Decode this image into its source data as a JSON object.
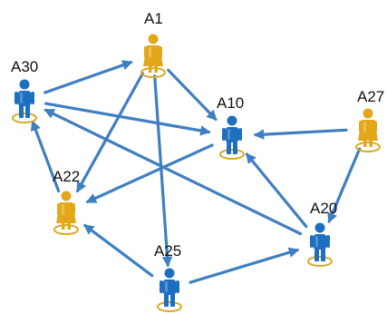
{
  "colors": {
    "edge": "#3f7fc1",
    "blue_person": "#1d6fc0",
    "gold_person": "#e2a81a",
    "ring": "#d9a928"
  },
  "nodes": [
    {
      "id": "A1",
      "label": "A1",
      "kind": "gold"
    },
    {
      "id": "A30",
      "label": "A30",
      "kind": "blue"
    },
    {
      "id": "A10",
      "label": "A10",
      "kind": "blue"
    },
    {
      "id": "A27",
      "label": "A27",
      "kind": "gold"
    },
    {
      "id": "A22",
      "label": "A22",
      "kind": "gold"
    },
    {
      "id": "A20",
      "label": "A20",
      "kind": "blue"
    },
    {
      "id": "A25",
      "label": "A25",
      "kind": "blue"
    }
  ],
  "edges": [
    {
      "from": "A30",
      "to": "A1"
    },
    {
      "from": "A1",
      "to": "A10"
    },
    {
      "from": "A1",
      "to": "A22"
    },
    {
      "from": "A1",
      "to": "A25"
    },
    {
      "from": "A30",
      "to": "A10"
    },
    {
      "from": "A22",
      "to": "A30"
    },
    {
      "from": "A20",
      "to": "A30"
    },
    {
      "from": "A27",
      "to": "A10"
    },
    {
      "from": "A27",
      "to": "A20"
    },
    {
      "from": "A10",
      "to": "A22"
    },
    {
      "from": "A20",
      "to": "A10"
    },
    {
      "from": "A25",
      "to": "A22"
    },
    {
      "from": "A25",
      "to": "A20"
    }
  ]
}
